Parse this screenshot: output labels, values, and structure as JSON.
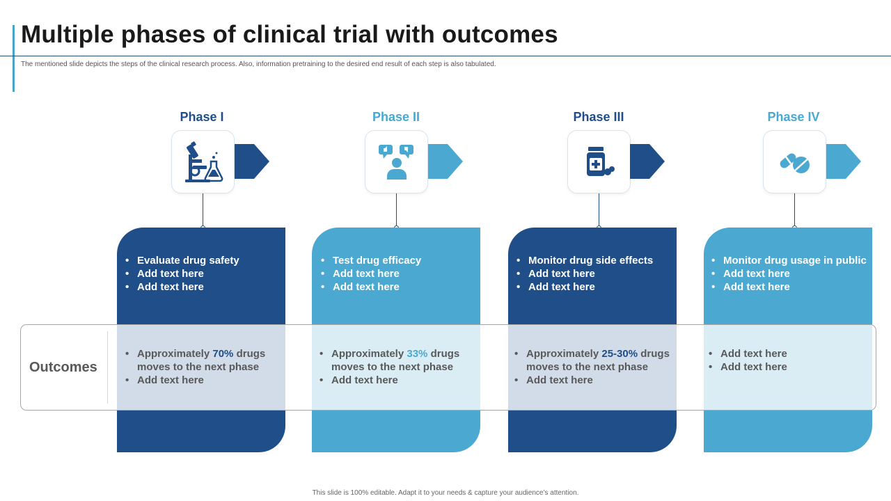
{
  "slide": {
    "title": "Multiple phases of clinical trial with outcomes",
    "subtitle": "The mentioned slide depicts the steps of the clinical research process. Also, information pretraining to the desired end result of each step is also tabulated.",
    "footer": "This slide is 100% editable. Adapt it to your needs & capture your audience’s attention."
  },
  "colors": {
    "dark": "#1f4e89",
    "light": "#4ba8d0",
    "title_rule": "#1f4e79",
    "accent_bar": "#4aa3c8"
  },
  "outcomes_label": "Outcomes",
  "phases": [
    {
      "title": "Phase I",
      "icon": "microscope-lab-icon",
      "bullets": [
        "Evaluate drug safety",
        "Add text here",
        "Add text here"
      ],
      "outcome": {
        "pre": "Approximately ",
        "highlight": "70%",
        "post": " drugs",
        "line2": "moves to the next phase",
        "extra": "Add text here"
      }
    },
    {
      "title": "Phase II",
      "icon": "feedback-person-icon",
      "bullets": [
        "Test drug efficacy",
        "Add text here",
        "Add text here"
      ],
      "outcome": {
        "pre": "Approximately ",
        "highlight": "33%",
        "post": " drugs",
        "line2": "moves to the next phase",
        "extra": "Add text here"
      }
    },
    {
      "title": "Phase III",
      "icon": "medicine-bottle-icon",
      "bullets": [
        "Monitor drug side effects",
        "Add text here",
        "Add text here"
      ],
      "outcome": {
        "pre": "Approximately ",
        "highlight": "25-30%",
        "post": " drugs",
        "line2": "moves to the next phase",
        "extra": "Add text here"
      }
    },
    {
      "title": "Phase IV",
      "icon": "pills-icon",
      "bullets": [
        "Monitor drug usage in public",
        "Add text here",
        "Add text here"
      ],
      "outcome": {
        "items": [
          "Add text here",
          "Add text here"
        ]
      }
    }
  ]
}
